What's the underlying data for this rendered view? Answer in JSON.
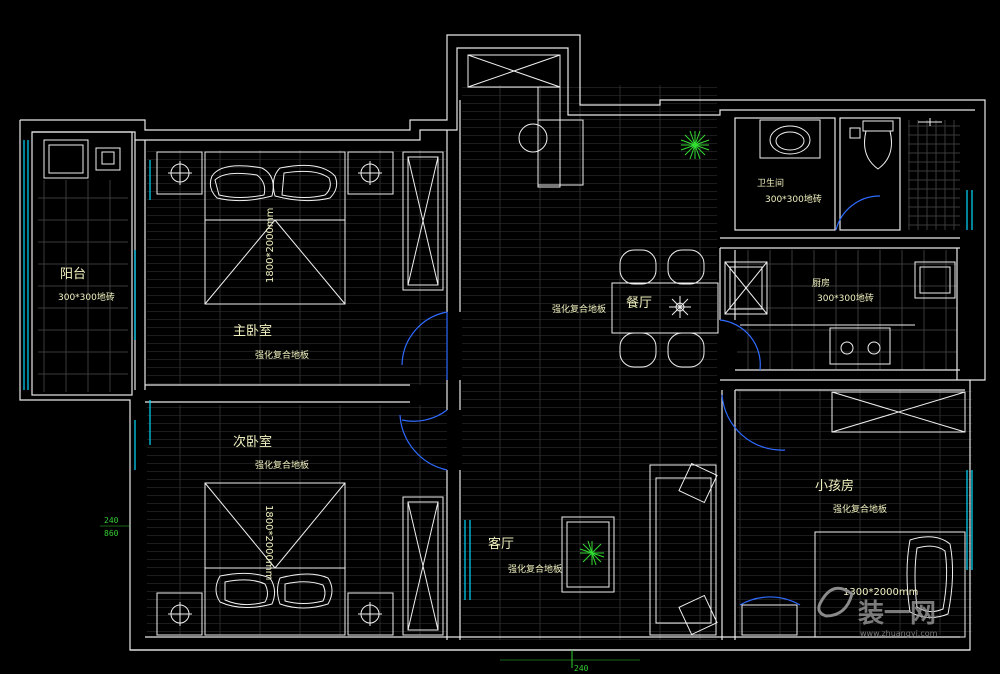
{
  "plan": {
    "colors": {
      "wall": "#e8e8e8",
      "furniture": "#f0f0f0",
      "door": "#2f6bff",
      "window": "#00d8ff",
      "floor_pattern": "#3a3a3a",
      "text": "#f2f2c0",
      "dimension": "#33cc33",
      "plant": "#33dd33"
    },
    "rooms": {
      "balcony": {
        "name": "阳台",
        "tile": "300*300地砖"
      },
      "master_bedroom": {
        "name": "主卧室",
        "floor": "强化复合地板",
        "bed_size": "1800*2000mm"
      },
      "second_bedroom": {
        "name": "次卧室",
        "floor": "强化复合地板",
        "bed_size": "1800*2000mm"
      },
      "living_room": {
        "name": "客厅",
        "floor": "强化复合地板"
      },
      "hall_floor": {
        "floor": "强化复合地板"
      },
      "dining": {
        "name": "餐厅"
      },
      "bathroom": {
        "name": "卫生间",
        "tile": "300*300地砖"
      },
      "kitchen": {
        "name": "厨房",
        "tile": "300*300地砖"
      },
      "kids_room": {
        "name": "小孩房",
        "floor": "强化复合地板",
        "bed_size": "1300*2000mm"
      }
    },
    "dimensions": {
      "bottom": "240",
      "left_a": "240",
      "left_b": "860"
    },
    "watermark": {
      "brand": "装一网",
      "url": "www.zhuangyi.com"
    }
  }
}
